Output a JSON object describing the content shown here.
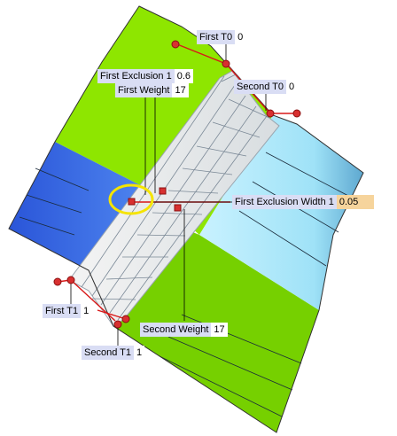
{
  "scene": {
    "colors": {
      "green_light": "#8ee600",
      "green_dark": "#6cc400",
      "blue_dark": "#2f5fe0",
      "blue_light": "#9fe4f8",
      "band": "#eeeeee",
      "mesh_line": "#6f7f8f",
      "handle": "#d83030",
      "manipulator_line": "#d81818",
      "selection_circle": "#f5e400",
      "label_bg": "#d9ddf4",
      "active_value_bg": "#f6d49c"
    }
  },
  "labels": {
    "first_t0": {
      "name": "First T0",
      "value": "0"
    },
    "second_t0": {
      "name": "Second T0",
      "value": "0"
    },
    "first_exclusion": {
      "name": "First Exclusion 1",
      "value": "0.6"
    },
    "first_weight": {
      "name": "First Weight",
      "value": "17"
    },
    "first_exclusion_width": {
      "name": "First Exclusion Width 1",
      "value": "0.05"
    },
    "first_t1": {
      "name": "First T1",
      "value": "1"
    },
    "second_weight": {
      "name": "Second Weight",
      "value": "17"
    },
    "second_t1": {
      "name": "Second T1",
      "value": "1"
    }
  }
}
